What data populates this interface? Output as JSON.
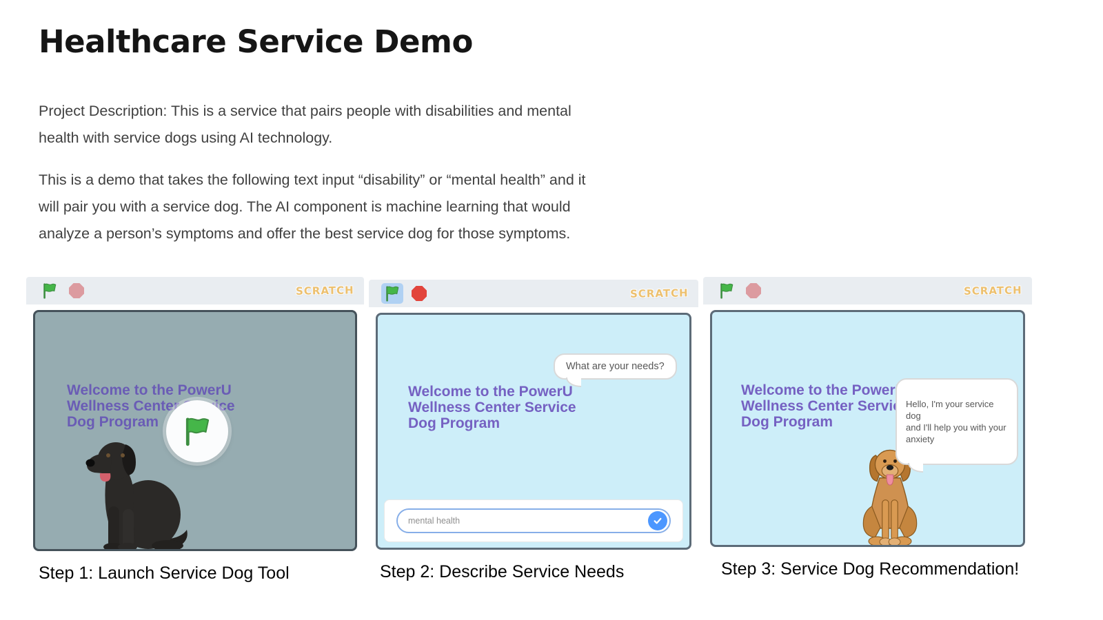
{
  "header": {
    "title": "Healthcare Service Demo",
    "description_1": "Project Description: This is a service that pairs people with disabilities and mental health with service dogs using AI technology.",
    "description_2": "This is a demo that takes the following text input “disability” or “mental health” and it will pair you with a service dog. The AI component is machine learning that would analyze a person’s symptoms and offer the best service dog for those symptoms."
  },
  "branding": {
    "scratch_logo": "SCRATCH"
  },
  "stage": {
    "welcome_message": "Welcome to the PowerU\nWellness Center Service\nDog Program"
  },
  "panels": [
    {
      "caption": "Step 1: Launch Service Dog Tool"
    },
    {
      "caption": "Step 2: Describe Service Needs",
      "speech_bubble": "What are your needs?",
      "input_value": "mental health"
    },
    {
      "caption": "Step 3: Service Dog Recommendation!",
      "speech_bubble": "Hello, I'm your service dog\nand I'll help you with your\nanxiety"
    }
  ],
  "icons": {
    "green_flag": "green-flag",
    "stop_sign": "stop-octagon",
    "submit_check": "checkmark"
  },
  "colors": {
    "accent_blue": "#4C97FF",
    "flag_green": "#45B649",
    "stop_red_active": "#E2453C",
    "stop_red_idle": "#DC9BA0",
    "welcome_purple": "#7561C2",
    "stage1_bg": "#96ACB1",
    "stage23_bg": "#CDEEF9"
  }
}
